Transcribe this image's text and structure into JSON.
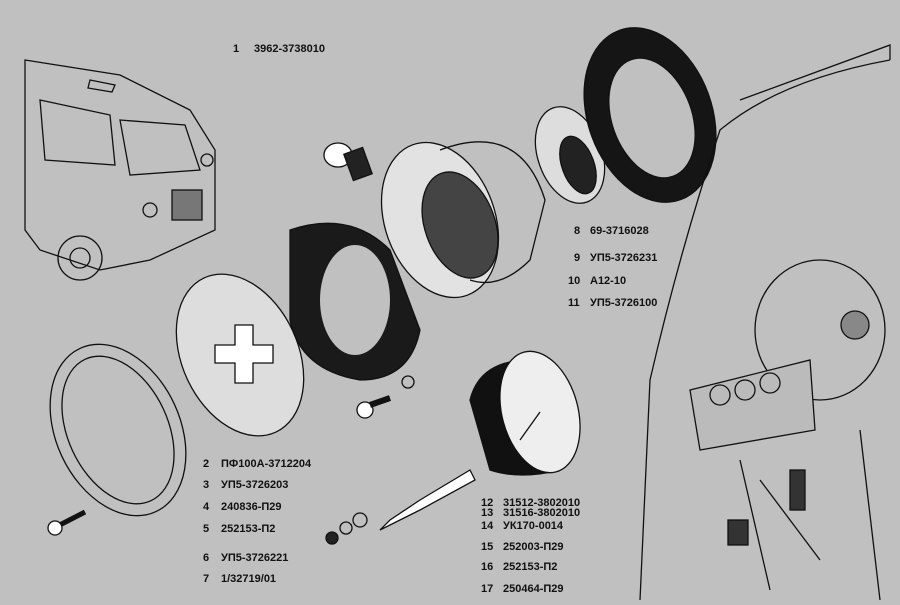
{
  "parts": [
    {
      "num": "1",
      "code": "3962-3738010"
    },
    {
      "num": "2",
      "code": "ПФ100А-3712204"
    },
    {
      "num": "3",
      "code": "УП5-3726203"
    },
    {
      "num": "4",
      "code": "240836-П29"
    },
    {
      "num": "5",
      "code": "252153-П2"
    },
    {
      "num": "6",
      "code": "УП5-3726221"
    },
    {
      "num": "7",
      "code": "1/32719/01"
    },
    {
      "num": "8",
      "code": "69-3716028"
    },
    {
      "num": "9",
      "code": "УП5-3726231"
    },
    {
      "num": "10",
      "code": "А12-10"
    },
    {
      "num": "11",
      "code": "УП5-3726100"
    },
    {
      "num": "12",
      "code": "31512-3802010"
    },
    {
      "num": "13",
      "code": "31516-3802010"
    },
    {
      "num": "14",
      "code": "УК170-0014"
    },
    {
      "num": "15",
      "code": "252003-П29"
    },
    {
      "num": "16",
      "code": "252153-П2"
    },
    {
      "num": "17",
      "code": "250464-П29"
    }
  ]
}
